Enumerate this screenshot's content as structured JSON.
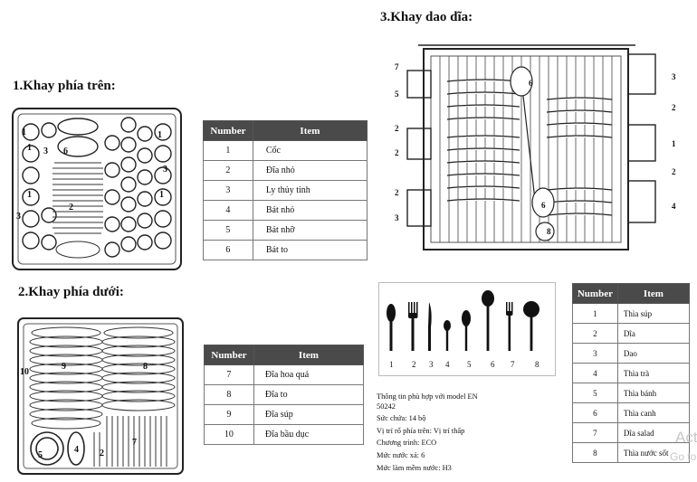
{
  "section_upper": {
    "title": "1.Khay phía trên:"
  },
  "section_lower": {
    "title": "2.Khay phía dưới:"
  },
  "section_cutlery": {
    "title": "3.Khay dao dĩa:"
  },
  "table_upper": {
    "headers": [
      "Number",
      "Item"
    ],
    "rows": [
      [
        "1",
        "Cốc"
      ],
      [
        "2",
        "Đĩa nhỏ"
      ],
      [
        "3",
        "Ly thủy tinh"
      ],
      [
        "4",
        "Bát nhỏ"
      ],
      [
        "5",
        "Bát nhỡ"
      ],
      [
        "6",
        "Bát to"
      ]
    ]
  },
  "table_lower": {
    "headers": [
      "Number",
      "Item"
    ],
    "rows": [
      [
        "7",
        "Đĩa hoa quả"
      ],
      [
        "8",
        "Đĩa to"
      ],
      [
        "9",
        "Đĩa súp"
      ],
      [
        "10",
        "Đĩa bầu dục"
      ]
    ]
  },
  "table_cutlery": {
    "headers": [
      "Number",
      "Item"
    ],
    "rows": [
      [
        "1",
        "Thìa súp"
      ],
      [
        "2",
        "Dĩa"
      ],
      [
        "3",
        "Dao"
      ],
      [
        "4",
        "Thìa trà"
      ],
      [
        "5",
        "Thìa bánh"
      ],
      [
        "6",
        "Thìa canh"
      ],
      [
        "7",
        "Dĩa salad"
      ],
      [
        "8",
        "Thìa nước sốt"
      ]
    ]
  },
  "diagram_upper_labels": [
    "1",
    "1",
    "3",
    "6",
    "1",
    "2",
    "1",
    "3",
    "1",
    "3"
  ],
  "diagram_lower_labels": [
    "10",
    "9",
    "8",
    "5",
    "4",
    "2",
    "7"
  ],
  "diagram_cutlery_labels": [
    "7",
    "5",
    "2",
    "2",
    "2",
    "3",
    "6",
    "6",
    "8",
    "3",
    "2",
    "1",
    "2",
    "4"
  ],
  "cutlery_numbers": [
    "1",
    "2",
    "3",
    "4",
    "5",
    "6",
    "7",
    "8"
  ],
  "info": {
    "line1": "Thông tin phù hợp với model EN",
    "line2": "50242",
    "line3": "Sức chứa: 14 bộ",
    "line4": "Vị trí rổ phía trên: Vị trí thấp",
    "line5": "Chương trình: ECO",
    "line6": "Mức nước xả: 6",
    "line7": "Mức làm mềm nước: H3"
  },
  "watermark": {
    "line1": "Acti",
    "line2": "Go to"
  },
  "colors": {
    "table_header_bg": "#4a4a4a",
    "line": "#222222"
  }
}
